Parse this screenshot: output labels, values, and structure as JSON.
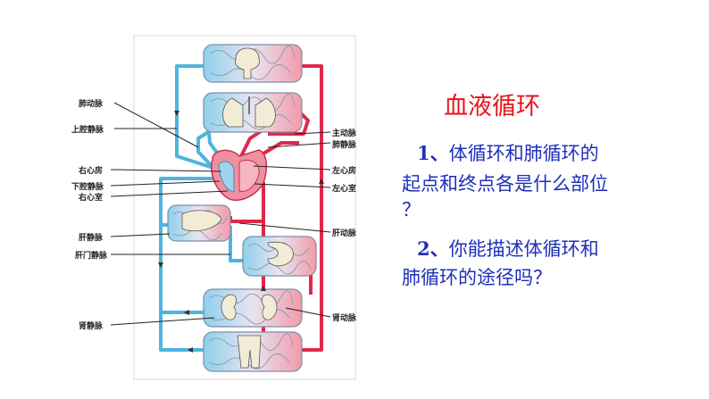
{
  "title": "血液循环",
  "labels": {
    "pulmonary_artery": "肺动脉",
    "superior_vena_cava": "上腔静脉",
    "aorta": "主动脉",
    "pulmonary_vein": "肺静脉",
    "right_atrium": "右心房",
    "left_atrium": "左心房",
    "inferior_vena_cava": "下腔静脉",
    "left_ventricle": "左心室",
    "right_ventricle": "右心室",
    "hepatic_artery": "肝动脉",
    "hepatic_vein": "肝静脉",
    "hepatic_portal_vein": "肝门静脉",
    "renal_vein": "肾静脉",
    "renal_artery": "肾动脉"
  },
  "questions": {
    "q1": {
      "num": "1、",
      "line1": "体循环和肺循环的",
      "line2": "起点和终点各是什么部位",
      "line3": "？"
    },
    "q2": {
      "num": "2、",
      "line1": "你能描述体循环和",
      "line2": "肺循环的途径吗？"
    }
  },
  "colors": {
    "artery": "#e0294a",
    "vein": "#4fb4dd",
    "title": "#e8141a",
    "question": "#1f2fb8"
  }
}
